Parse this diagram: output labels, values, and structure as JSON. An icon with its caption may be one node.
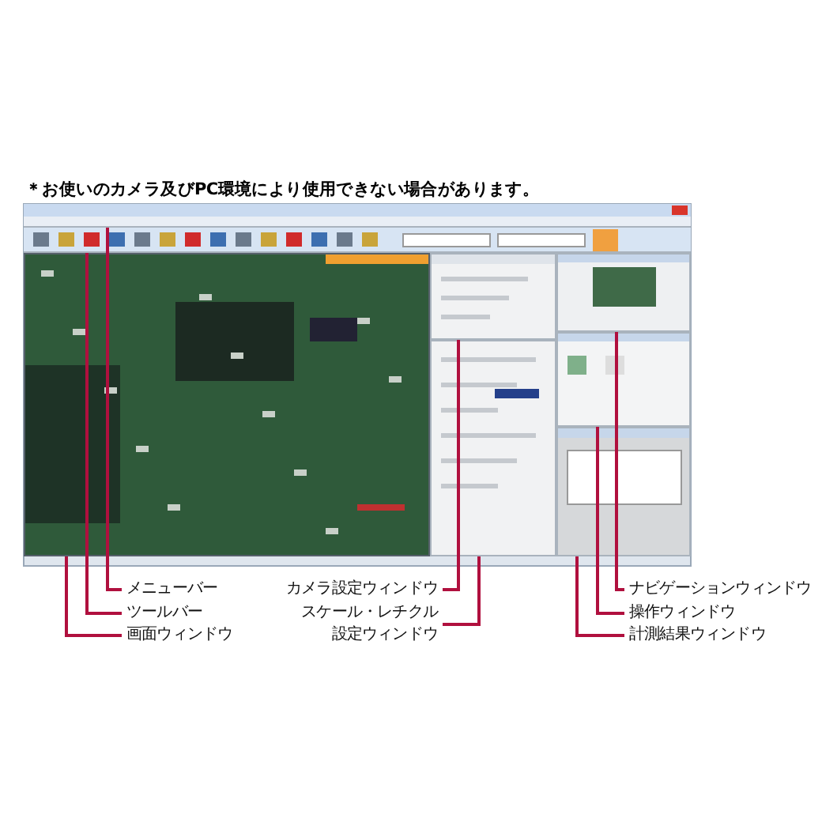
{
  "diagram": {
    "nodes": [
      {
        "text": [],
        "shape": "bar"
      },
      {
        "text": [],
        "shape": "bar"
      },
      {
        "text": [],
        "shape": "picture"
      },
      {
        "text": [],
        "shape": "box"
      },
      {
        "text": [],
        "shape": "box"
      },
      {
        "text": [],
        "shape": "box"
      },
      {
        "text": [],
        "shape": "box"
      },
      {
        "text": [],
        "shape": "box"
      },
      {
        "text": [
          "メニューバー"
        ]
      },
      {
        "text": [
          "ツールバー"
        ]
      },
      {
        "text": [
          "画面ウィンドウ"
        ]
      },
      {
        "text": [
          "カメラ設定ウィンドウ"
        ]
      },
      {
        "text": [
          "スケール・レチクル設定ウィンドウ"
        ]
      },
      {
        "text": [
          "ナビゲーションウィンドウ"
        ]
      },
      {
        "text": [
          "操作ウィンドウ"
        ]
      },
      {
        "text": [
          "計測結果ウィンドウ"
        ]
      }
    ],
    "edges": [
      {
        "from": 8,
        "to": 0,
        "arrow": "none"
      },
      {
        "from": 9,
        "to": 1,
        "arrow": "none"
      },
      {
        "from": 10,
        "to": 2,
        "arrow": "none"
      },
      {
        "from": 11,
        "to": 3,
        "arrow": "none"
      },
      {
        "from": 12,
        "to": 4,
        "arrow": "none"
      },
      {
        "from": 13,
        "to": 5,
        "arrow": "none"
      },
      {
        "from": 14,
        "to": 6,
        "arrow": "none"
      },
      {
        "from": 15,
        "to": 7,
        "arrow": "none"
      }
    ],
    "labels": [
      "＊お使いのカメラ及びPC環境により使用できない場合があります。"
    ]
  }
}
